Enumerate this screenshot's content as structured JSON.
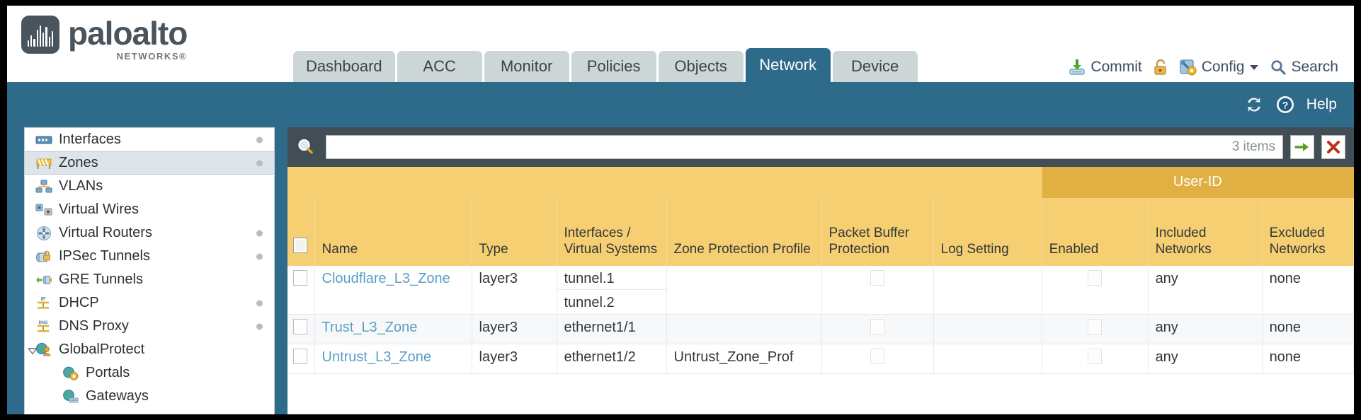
{
  "brand": {
    "name": "paloalto",
    "tagline": "NETWORKS",
    "registered": "®"
  },
  "tabs": [
    {
      "label": "Dashboard",
      "active": false
    },
    {
      "label": "ACC",
      "active": false
    },
    {
      "label": "Monitor",
      "active": false
    },
    {
      "label": "Policies",
      "active": false
    },
    {
      "label": "Objects",
      "active": false
    },
    {
      "label": "Network",
      "active": true
    },
    {
      "label": "Device",
      "active": false
    }
  ],
  "header_actions": {
    "commit": "Commit",
    "lock": "",
    "config": "Config",
    "config_caret": "▼",
    "search": "Search"
  },
  "banner": {
    "refresh": "",
    "help": "Help"
  },
  "sidebar": {
    "items": [
      {
        "label": "Interfaces",
        "icon": "interfaces-icon",
        "dot": true,
        "selected": false,
        "child": false,
        "twisty": false
      },
      {
        "label": "Zones",
        "icon": "zones-icon",
        "dot": true,
        "selected": true,
        "child": false,
        "twisty": false
      },
      {
        "label": "VLANs",
        "icon": "vlans-icon",
        "dot": false,
        "selected": false,
        "child": false,
        "twisty": false
      },
      {
        "label": "Virtual Wires",
        "icon": "virtual-wires-icon",
        "dot": false,
        "selected": false,
        "child": false,
        "twisty": false
      },
      {
        "label": "Virtual Routers",
        "icon": "virtual-routers-icon",
        "dot": true,
        "selected": false,
        "child": false,
        "twisty": false
      },
      {
        "label": "IPSec Tunnels",
        "icon": "ipsec-tunnels-icon",
        "dot": true,
        "selected": false,
        "child": false,
        "twisty": false
      },
      {
        "label": "GRE Tunnels",
        "icon": "gre-tunnels-icon",
        "dot": false,
        "selected": false,
        "child": false,
        "twisty": false
      },
      {
        "label": "DHCP",
        "icon": "dhcp-icon",
        "dot": true,
        "selected": false,
        "child": false,
        "twisty": false
      },
      {
        "label": "DNS Proxy",
        "icon": "dns-proxy-icon",
        "dot": true,
        "selected": false,
        "child": false,
        "twisty": false
      },
      {
        "label": "GlobalProtect",
        "icon": "globalprotect-icon",
        "dot": false,
        "selected": false,
        "child": false,
        "twisty": true
      },
      {
        "label": "Portals",
        "icon": "portals-icon",
        "dot": false,
        "selected": false,
        "child": true,
        "twisty": false
      },
      {
        "label": "Gateways",
        "icon": "gateways-icon",
        "dot": false,
        "selected": false,
        "child": true,
        "twisty": false
      }
    ]
  },
  "search": {
    "value": "",
    "placeholder": "",
    "item_count": "3 items",
    "apply_icon": "arrow-right-icon",
    "clear_icon": "close-icon"
  },
  "table": {
    "group_header": "User-ID",
    "columns": [
      "Name",
      "Type",
      "Interfaces / Virtual Systems",
      "Zone Protection Profile",
      "Packet Buffer Protection",
      "Log Setting",
      "Enabled",
      "Included Networks",
      "Excluded Networks"
    ],
    "rows": [
      {
        "name": "Cloudflare_L3_Zone",
        "type": "layer3",
        "interfaces": [
          "tunnel.1",
          "tunnel.2"
        ],
        "zone_protection_profile": "",
        "packet_buffer_protection": false,
        "log_setting": "",
        "userid_enabled": false,
        "included_networks": "any",
        "excluded_networks": "none"
      },
      {
        "name": "Trust_L3_Zone",
        "type": "layer3",
        "interfaces": [
          "ethernet1/1"
        ],
        "zone_protection_profile": "",
        "packet_buffer_protection": false,
        "log_setting": "",
        "userid_enabled": false,
        "included_networks": "any",
        "excluded_networks": "none"
      },
      {
        "name": "Untrust_L3_Zone",
        "type": "layer3",
        "interfaces": [
          "ethernet1/2"
        ],
        "zone_protection_profile": "Untrust_Zone_Prof",
        "packet_buffer_protection": false,
        "log_setting": "",
        "userid_enabled": false,
        "included_networks": "any",
        "excluded_networks": "none"
      }
    ]
  },
  "colors": {
    "brand_blue": "#2e6a8a",
    "header_strip": "#424e56",
    "tab_inactive": "#ccd6d7",
    "table_header": "#f5cf72",
    "table_group_header": "#e0b042",
    "link": "#5b9ec4"
  }
}
